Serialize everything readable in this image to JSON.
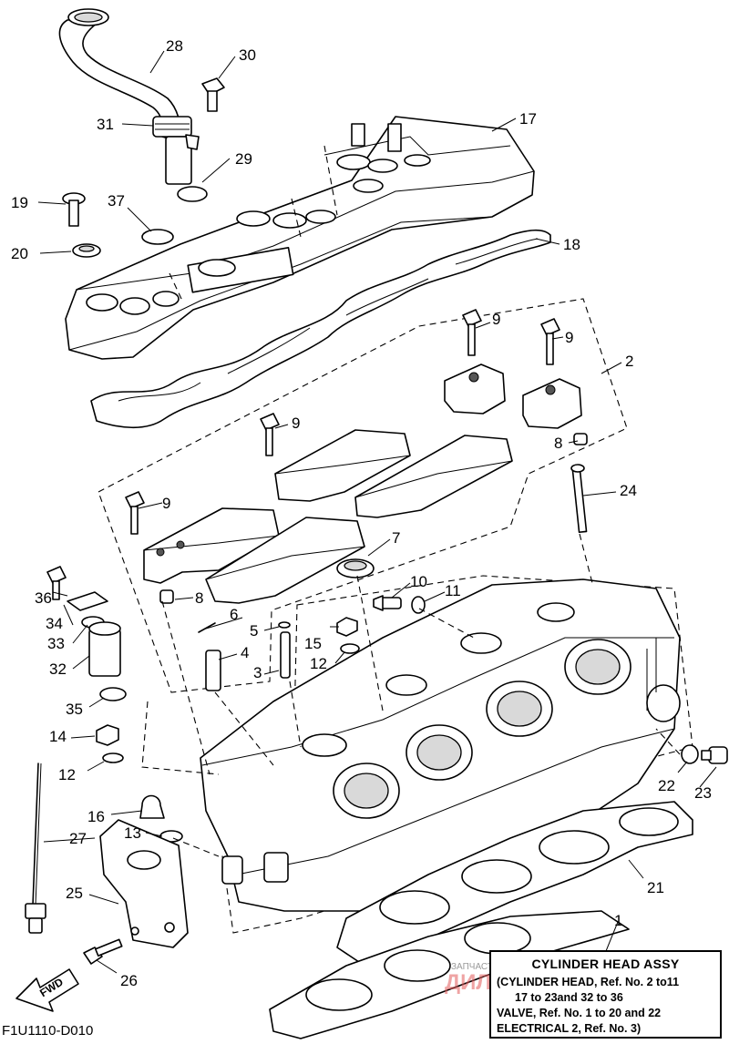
{
  "diagram_code": "F1U1110-D010",
  "forward_label": "FWD",
  "title_box": {
    "title": "CYLINDER HEAD ASSY",
    "notes": [
      "(CYLINDER HEAD, Ref. No. 2 to11",
      "17 to 23and 32 to 36",
      "VALVE, Ref. No. 1 to 20 and 22",
      "ELECTRICAL 2, Ref. No. 3)"
    ]
  },
  "watermark": {
    "small": "ЗАПЧАСТИ И АКСЕССУАРЫ ДЛЯ МОТОТЕХНИКИ",
    "large": "ДИЛЕРБОТ.RU"
  },
  "callouts": [
    {
      "id": "c1",
      "label": "1"
    },
    {
      "id": "c2",
      "label": "2"
    },
    {
      "id": "c3",
      "label": "3"
    },
    {
      "id": "c4",
      "label": "4"
    },
    {
      "id": "c5",
      "label": "5"
    },
    {
      "id": "c6",
      "label": "6"
    },
    {
      "id": "c7",
      "label": "7"
    },
    {
      "id": "c8a",
      "label": "8"
    },
    {
      "id": "c8b",
      "label": "8"
    },
    {
      "id": "c9a",
      "label": "9"
    },
    {
      "id": "c9b",
      "label": "9"
    },
    {
      "id": "c9c",
      "label": "9"
    },
    {
      "id": "c9d",
      "label": "9"
    },
    {
      "id": "c10",
      "label": "10"
    },
    {
      "id": "c11",
      "label": "11"
    },
    {
      "id": "c12a",
      "label": "12"
    },
    {
      "id": "c12b",
      "label": "12"
    },
    {
      "id": "c13",
      "label": "13"
    },
    {
      "id": "c14",
      "label": "14"
    },
    {
      "id": "c15",
      "label": "15"
    },
    {
      "id": "c16",
      "label": "16"
    },
    {
      "id": "c17",
      "label": "17"
    },
    {
      "id": "c18",
      "label": "18"
    },
    {
      "id": "c19",
      "label": "19"
    },
    {
      "id": "c20",
      "label": "20"
    },
    {
      "id": "c21",
      "label": "21"
    },
    {
      "id": "c22",
      "label": "22"
    },
    {
      "id": "c23",
      "label": "23"
    },
    {
      "id": "c24",
      "label": "24"
    },
    {
      "id": "c25",
      "label": "25"
    },
    {
      "id": "c26",
      "label": "26"
    },
    {
      "id": "c27",
      "label": "27"
    },
    {
      "id": "c28",
      "label": "28"
    },
    {
      "id": "c29",
      "label": "29"
    },
    {
      "id": "c30",
      "label": "30"
    },
    {
      "id": "c31",
      "label": "31"
    },
    {
      "id": "c32",
      "label": "32"
    },
    {
      "id": "c33",
      "label": "33"
    },
    {
      "id": "c34",
      "label": "34"
    },
    {
      "id": "c35",
      "label": "35"
    },
    {
      "id": "c36",
      "label": "36"
    },
    {
      "id": "c37",
      "label": "37"
    }
  ]
}
